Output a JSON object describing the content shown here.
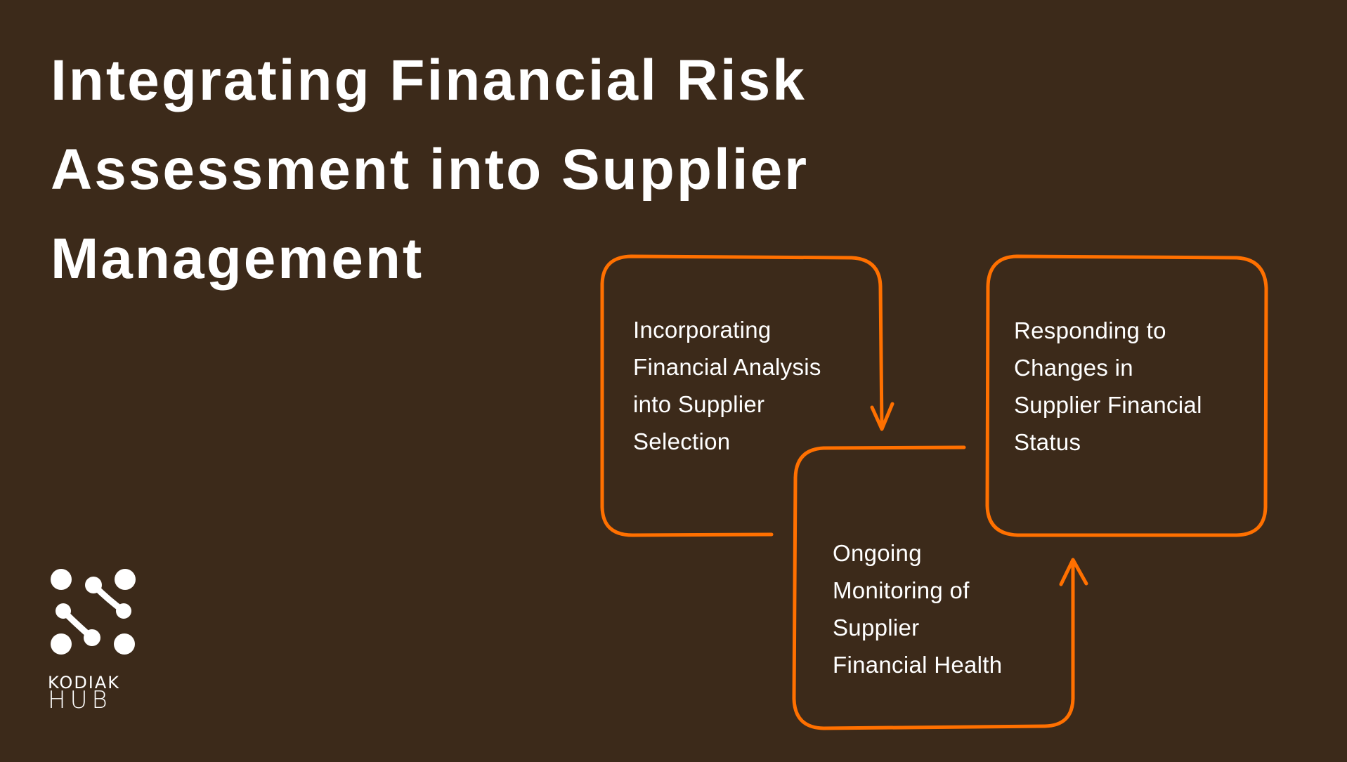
{
  "slide": {
    "title_lines": [
      "Integrating Financial Risk",
      "Assessment into Supplier",
      "Management"
    ],
    "colors": {
      "background": "#3c2a1a",
      "accent": "#ff7000",
      "text": "#ffffff"
    }
  },
  "diagram": {
    "steps": [
      {
        "lines": [
          "Incorporating",
          "Financial Analysis",
          "into Supplier",
          "Selection"
        ]
      },
      {
        "lines": [
          "Ongoing",
          "Monitoring of",
          "Supplier",
          "Financial Health"
        ]
      },
      {
        "lines": [
          "Responding to",
          "Changes in",
          "Supplier Financial",
          "Status"
        ]
      }
    ],
    "connectors": [
      {
        "from": "step-1",
        "to": "step-2",
        "icon": "arrow-down-icon"
      },
      {
        "from": "step-2",
        "to": "step-3",
        "icon": "arrow-up-icon"
      }
    ]
  },
  "logo": {
    "line1": "KODIAK",
    "line2": "HUB"
  }
}
